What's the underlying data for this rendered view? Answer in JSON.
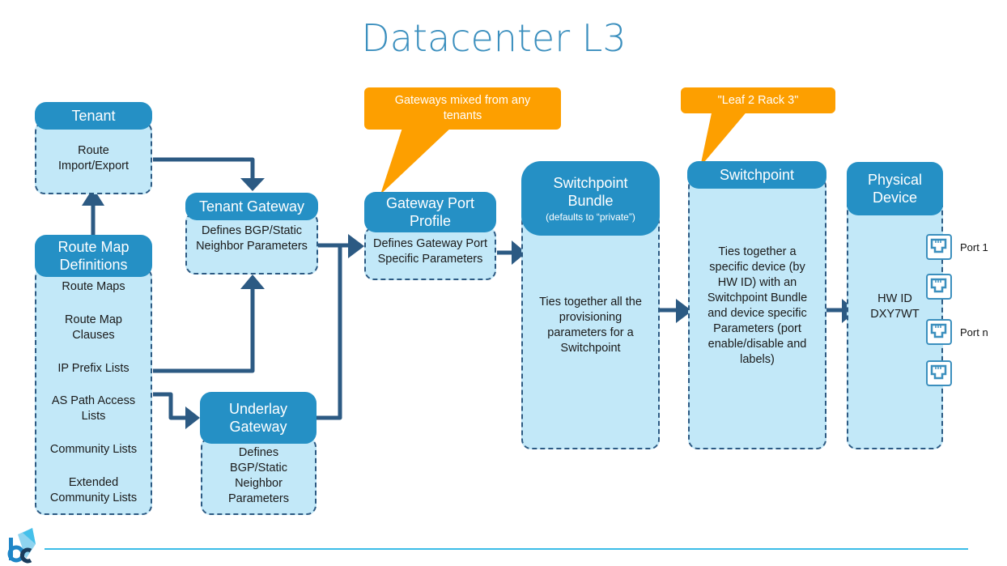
{
  "title": "Datacenter L3",
  "colors": {
    "title": "#3b8fbe",
    "header_fill": "#2590c5",
    "body_fill": "#c2e8f8",
    "border_dash": "#2c5a83",
    "arrow": "#2c5a83",
    "callout": "#fd9f00",
    "footer_line": "#3bbde8"
  },
  "nodes": {
    "tenant": {
      "header": "Tenant",
      "body": "Route\nImport/Export"
    },
    "route_map_definitions": {
      "header": "Route Map\nDefinitions",
      "items": [
        "Route Maps",
        "Route Map\nClauses",
        "IP Prefix Lists",
        "AS Path Access\nLists",
        "Community Lists",
        "Extended\nCommunity Lists"
      ]
    },
    "tenant_gateway": {
      "header": "Tenant Gateway",
      "body": "Defines BGP/Static\nNeighbor Parameters"
    },
    "underlay_gateway": {
      "header": "Underlay\nGateway",
      "body": "Defines\nBGP/Static\nNeighbor\nParameters"
    },
    "gateway_port_profile": {
      "header": "Gateway Port\nProfile",
      "body": "Defines Gateway Port\nSpecific  Parameters"
    },
    "switchpoint_bundle": {
      "header": "Switchpoint\nBundle",
      "subheader": "(defaults to “private”)",
      "body": "Ties together all the\nprovisioning\nparameters for a\nSwitchpoint"
    },
    "switchpoint": {
      "header": "Switchpoint",
      "body": "Ties together a\nspecific device (by\nHW ID) with an\nSwitchpoint Bundle\nand device specific\nParameters (port\nenable/disable and\nlabels)"
    },
    "physical_device": {
      "header": "Physical\nDevice",
      "body": "HW ID\nDXY7WT",
      "ports": [
        {
          "icon": "ethernet-port-icon",
          "label": "Port 1"
        },
        {
          "icon": "ethernet-port-icon",
          "label": ""
        },
        {
          "icon": "ethernet-port-icon",
          "label": "Port n"
        },
        {
          "icon": "ethernet-port-icon",
          "label": ""
        }
      ]
    }
  },
  "callouts": {
    "gateways_mixed": "Gateways mixed from any\ntenants",
    "leaf_rack": "\"Leaf 2 Rack 3\""
  },
  "edges": [
    {
      "from": "route_map_definitions",
      "to": "tenant"
    },
    {
      "from": "tenant",
      "to": "tenant_gateway"
    },
    {
      "from": "route_map_definitions",
      "to": "tenant_gateway"
    },
    {
      "from": "route_map_definitions",
      "to": "underlay_gateway"
    },
    {
      "from": "tenant_gateway",
      "to": "gateway_port_profile"
    },
    {
      "from": "underlay_gateway",
      "to": "gateway_port_profile"
    },
    {
      "from": "gateway_port_profile",
      "to": "switchpoint_bundle"
    },
    {
      "from": "switchpoint_bundle",
      "to": "switchpoint"
    },
    {
      "from": "switchpoint",
      "to": "physical_device"
    }
  ],
  "logo": "bc-logo-icon"
}
